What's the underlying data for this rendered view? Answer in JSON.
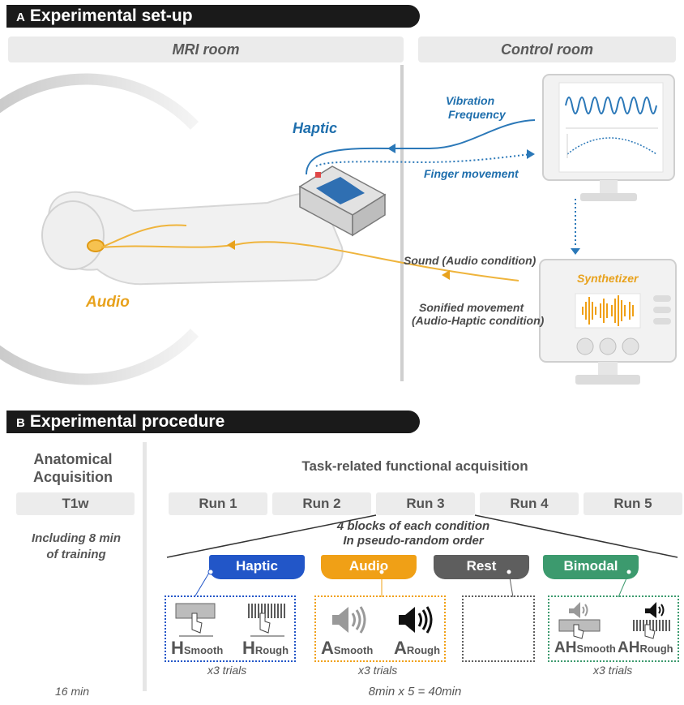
{
  "section_a": {
    "letter": "A",
    "title": "Experimental set-up"
  },
  "rooms": {
    "mri": "MRI room",
    "control": "Control room"
  },
  "setup_labels": {
    "haptic": "Haptic",
    "audio": "Audio",
    "vibration_1": "Vibration",
    "vibration_2": "Frequency",
    "finger": "Finger movement",
    "sound": "Sound (Audio condition)",
    "sonified_1": "Sonified movement",
    "sonified_2": "(Audio-Haptic condition)",
    "synth": "Synthetizer"
  },
  "section_b": {
    "letter": "B",
    "title": "Experimental procedure"
  },
  "anatomical": {
    "title_1": "Anatomical",
    "title_2": "Acquisition",
    "t1w": "T1w",
    "note_1": "Including 8 min",
    "note_2": "of training",
    "duration": "16 min"
  },
  "functional": {
    "title": "Task-related functional acquisition",
    "runs": [
      "Run 1",
      "Run 2",
      "Run 3",
      "Run 4",
      "Run 5"
    ],
    "blocks_1": "4 blocks of each condition",
    "blocks_2": "In pseudo-random order",
    "duration": "8min x 5 = 40min"
  },
  "conditions": [
    {
      "label": "Haptic",
      "color": "#2256c8",
      "border": "#2256c8",
      "trials": "x3 trials",
      "items": [
        {
          "main": "H",
          "sub": "Smooth"
        },
        {
          "main": "H",
          "sub": "Rough"
        }
      ]
    },
    {
      "label": "Audio",
      "color": "#f0a016",
      "border": "#f0a016",
      "trials": "x3 trials",
      "items": [
        {
          "main": "A",
          "sub": "Smooth"
        },
        {
          "main": "A",
          "sub": "Rough"
        }
      ]
    },
    {
      "label": "Rest",
      "color": "#5e5e5e",
      "border": "#5e5e5e",
      "trials": "",
      "items": []
    },
    {
      "label": "Bimodal",
      "color": "#3c9a6e",
      "border": "#3c9a6e",
      "trials": "x3 trials",
      "items": [
        {
          "main": "AH",
          "sub": "Smooth"
        },
        {
          "main": "AH",
          "sub": "Rough"
        }
      ]
    }
  ]
}
